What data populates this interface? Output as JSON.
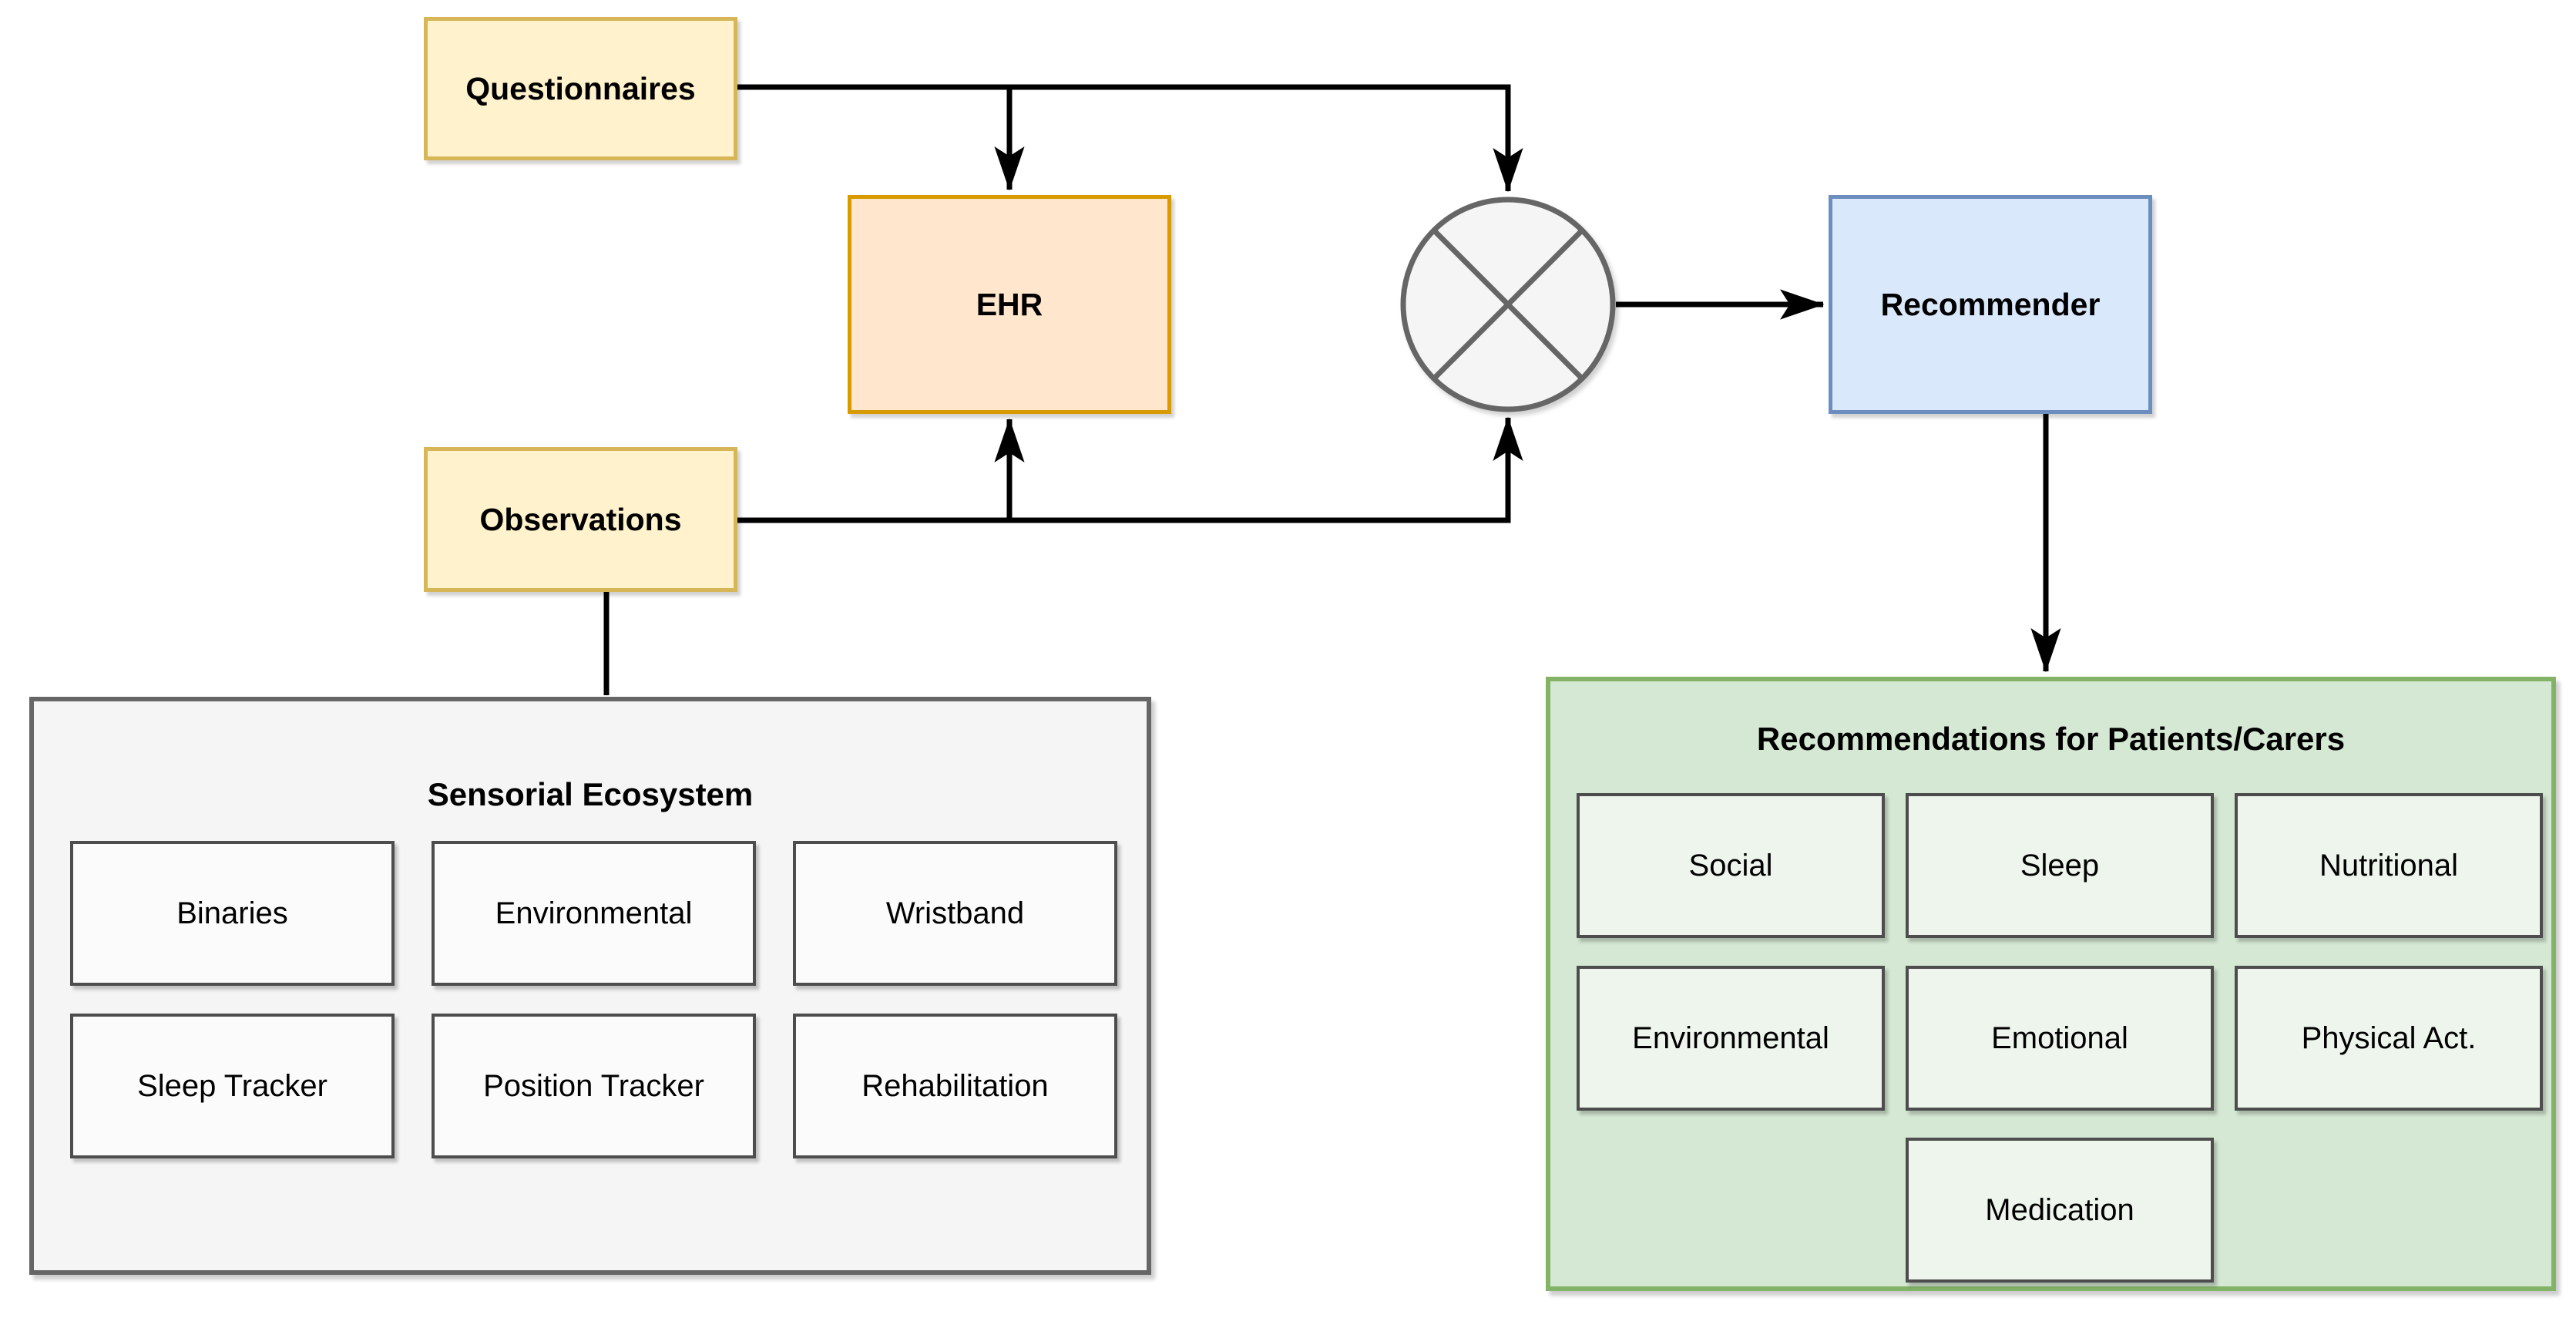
{
  "nodes": {
    "questionnaires": "Questionnaires",
    "observations": "Observations",
    "ehr": "EHR",
    "recommender": "Recommender"
  },
  "junction": {
    "symbol": "crossed-circle"
  },
  "sensorial_ecosystem": {
    "title": "Sensorial Ecosystem",
    "sensors": [
      "Binaries",
      "Environmental",
      "Wristband",
      "Sleep Tracker",
      "Position Tracker",
      "Rehabilitation"
    ]
  },
  "recommendations": {
    "title": "Recommendations for Patients/Carers",
    "categories": [
      "Social",
      "Sleep",
      "Nutritional",
      "Environmental",
      "Emotional",
      "Physical Act.",
      "Medication"
    ]
  },
  "colors": {
    "input_fill": "#FFF2CC",
    "input_stroke": "#D6B656",
    "ehr_fill": "#FFE6CC",
    "ehr_stroke": "#D79B00",
    "recommender_fill": "#DAE8FC",
    "recommender_stroke": "#6C8EBF",
    "sensorial_fill": "#F5F5F5",
    "sensorial_stroke": "#666666",
    "sensor_cell_fill": "#FBFBFB",
    "recommendations_fill": "#D5E8D4",
    "recommendations_stroke": "#82B366",
    "recommendation_cell_fill": "#EEF5ED",
    "junction_stroke": "#666666",
    "edge": "#000000"
  }
}
